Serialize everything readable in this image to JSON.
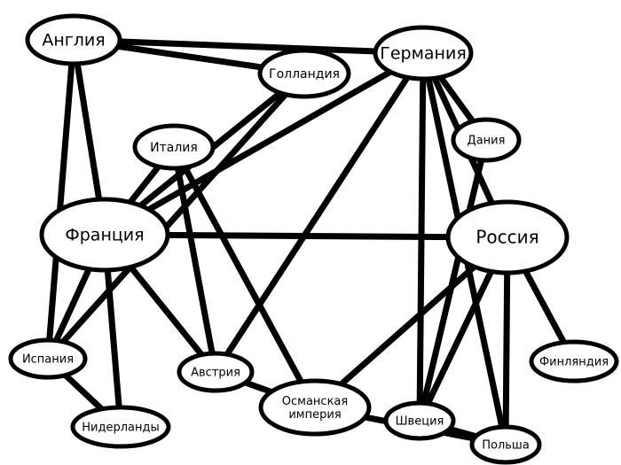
{
  "diagram": {
    "colors": {
      "stroke": "#000000",
      "fill": "#ffffff",
      "background": "#ffffff"
    },
    "nodes": [
      {
        "id": "england",
        "label": [
          "Англия"
        ]
      },
      {
        "id": "germany",
        "label": [
          "Германия"
        ]
      },
      {
        "id": "holland",
        "label": [
          "Голландия"
        ]
      },
      {
        "id": "italy",
        "label": [
          "Италия"
        ]
      },
      {
        "id": "denmark",
        "label": [
          "Дания"
        ]
      },
      {
        "id": "france",
        "label": [
          "Франция"
        ]
      },
      {
        "id": "russia",
        "label": [
          "Россия"
        ]
      },
      {
        "id": "spain",
        "label": [
          "Испания"
        ]
      },
      {
        "id": "austria",
        "label": [
          "Австрия"
        ]
      },
      {
        "id": "ottoman",
        "label": [
          "Османская",
          "империя"
        ]
      },
      {
        "id": "finland",
        "label": [
          "Финляндия"
        ]
      },
      {
        "id": "netherlands",
        "label": [
          "Нидерланды"
        ]
      },
      {
        "id": "sweden",
        "label": [
          "Швеция"
        ]
      },
      {
        "id": "poland",
        "label": [
          "Польша"
        ]
      }
    ],
    "edges": [
      [
        "england",
        "germany"
      ],
      [
        "england",
        "holland"
      ],
      [
        "england",
        "france"
      ],
      [
        "england",
        "spain"
      ],
      [
        "germany",
        "france"
      ],
      [
        "germany",
        "austria"
      ],
      [
        "germany",
        "denmark"
      ],
      [
        "germany",
        "sweden"
      ],
      [
        "germany",
        "poland"
      ],
      [
        "germany",
        "russia"
      ],
      [
        "holland",
        "france"
      ],
      [
        "holland",
        "spain"
      ],
      [
        "italy",
        "france"
      ],
      [
        "italy",
        "austria"
      ],
      [
        "italy",
        "ottoman"
      ],
      [
        "france",
        "russia"
      ],
      [
        "france",
        "spain"
      ],
      [
        "france",
        "netherlands"
      ],
      [
        "france",
        "austria"
      ],
      [
        "spain",
        "netherlands"
      ],
      [
        "austria",
        "ottoman"
      ],
      [
        "ottoman",
        "poland"
      ],
      [
        "russia",
        "ottoman"
      ],
      [
        "russia",
        "sweden"
      ],
      [
        "russia",
        "poland"
      ],
      [
        "russia",
        "finland"
      ],
      [
        "denmark",
        "sweden"
      ],
      [
        "sweden",
        "poland"
      ]
    ]
  }
}
